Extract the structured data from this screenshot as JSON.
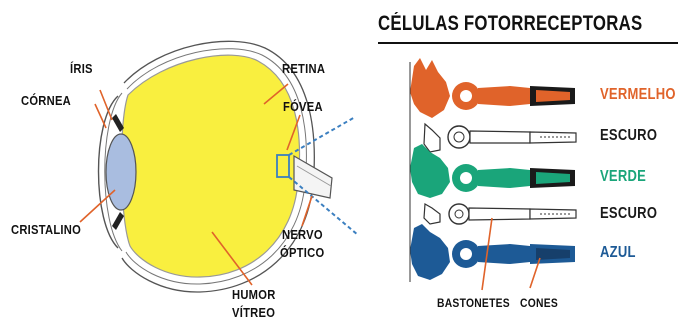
{
  "eye": {
    "labels": {
      "iris": "ÍRIS",
      "cornea": "CÓRNEA",
      "cristalino": "CRISTALINO",
      "retina": "RETINA",
      "fovea": "FÓVEA",
      "nervo_line1": "NERVO",
      "nervo_line2": "ÓPTICO",
      "humor_line1": "HUMOR",
      "humor_line2": "VÍTREO"
    }
  },
  "photoreceptors": {
    "title": "CÉLULAS FOTORRECEPTORAS",
    "rows": [
      {
        "label": "VERMELHO",
        "color": "#e0632a"
      },
      {
        "label": "ESCURO",
        "color": "#1a1a1a"
      },
      {
        "label": "VERDE",
        "color": "#1aa57a"
      },
      {
        "label": "ESCURO",
        "color": "#1a1a1a"
      },
      {
        "label": "AZUL",
        "color": "#1d5a96"
      }
    ],
    "bottom_labels": {
      "bastonetes": "BASTONETES",
      "cones": "CONES"
    }
  },
  "colors": {
    "vitreous": "#f9ef3f",
    "lens": "#a9bde0",
    "leader_line": "#e0632a",
    "fovea_ray": "#3b7fc0",
    "rod_outline": "#333333"
  }
}
